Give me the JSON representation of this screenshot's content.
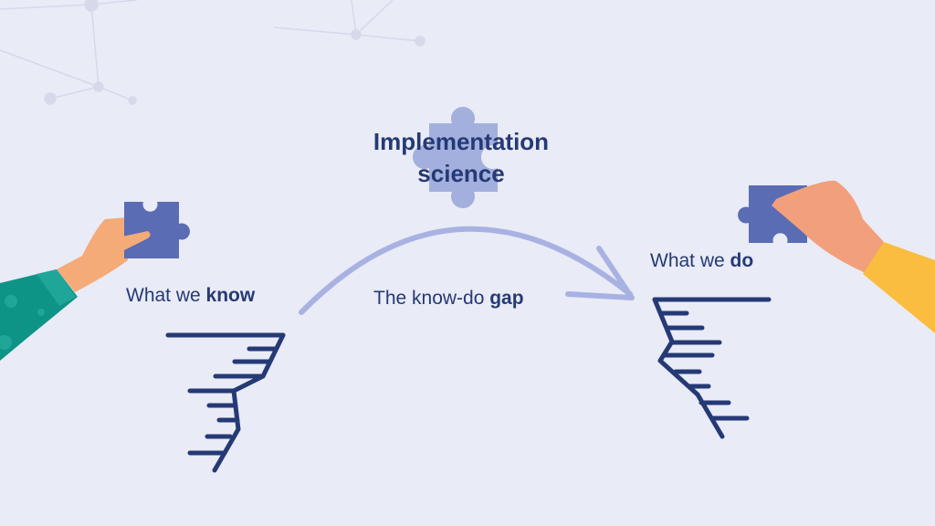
{
  "title": {
    "line1": "Implementation",
    "line2": "science"
  },
  "left_label": {
    "prefix": "What we ",
    "bold": "know"
  },
  "right_label": {
    "prefix": "What we ",
    "bold": "do"
  },
  "gap_label": {
    "prefix": "The know-do ",
    "bold": "gap"
  },
  "colors": {
    "navy": "#253a75",
    "puzzle": "#5a6cb3",
    "puzzle_light": "#a3b0de",
    "arc": "#a8b2e2",
    "background": "#e9ebf6"
  }
}
